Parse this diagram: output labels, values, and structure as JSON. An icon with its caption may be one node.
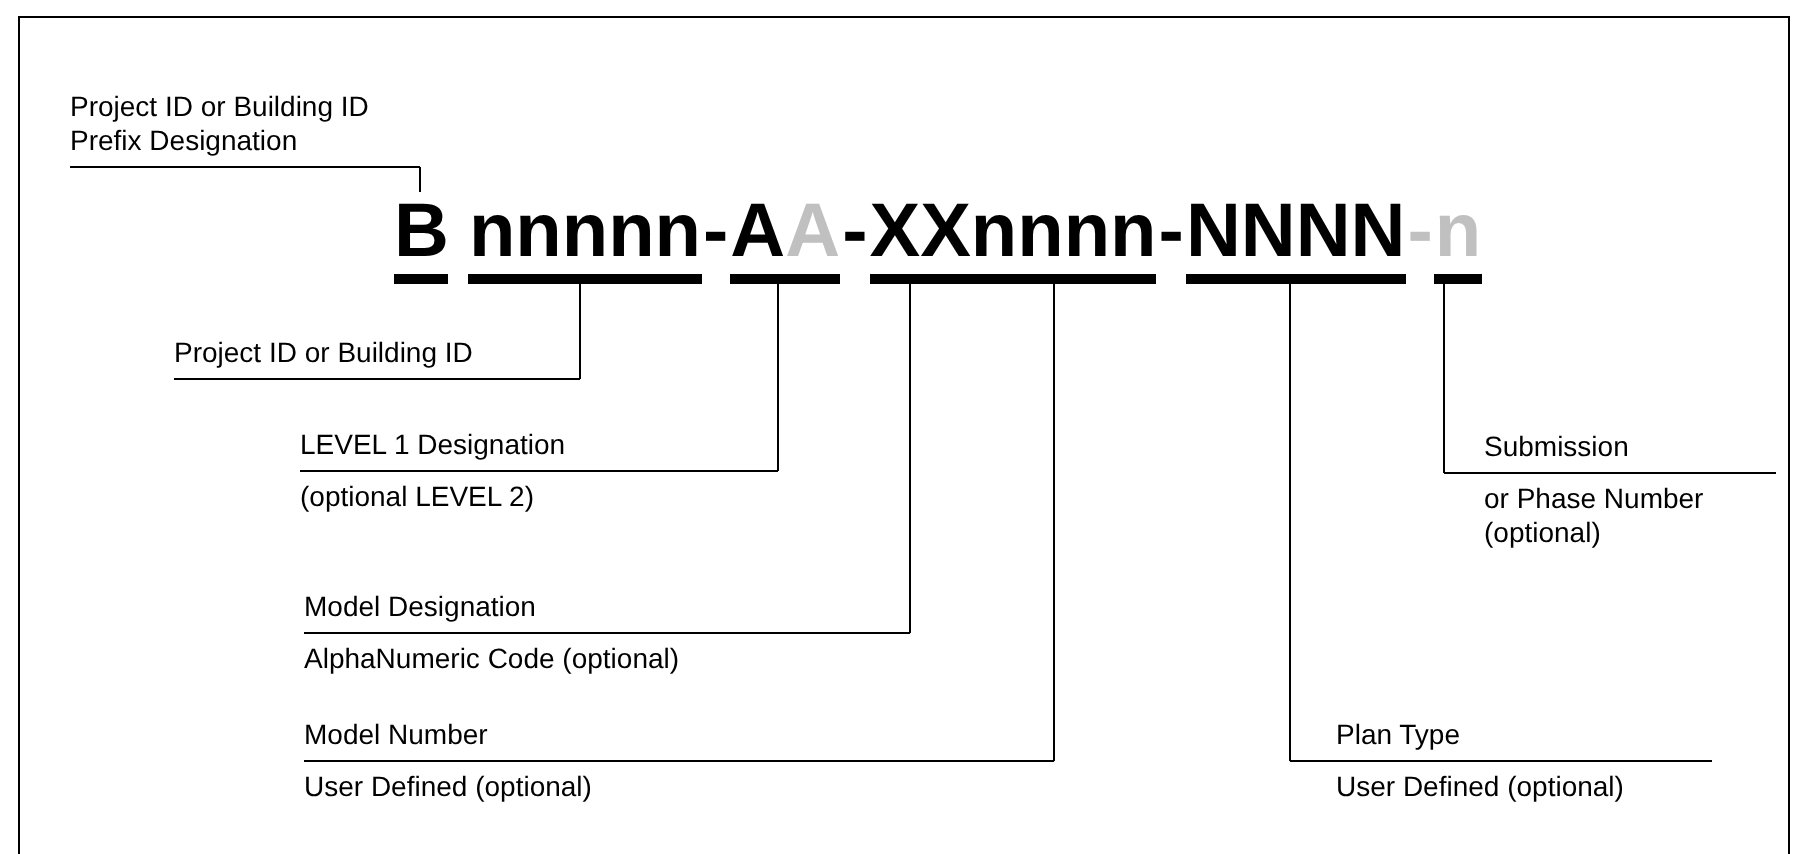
{
  "diagram": {
    "nodes": [
      {
        "text": [
          "Project ID or Building ID Prefix Designation"
        ]
      },
      {
        "text": [
          "B"
        ]
      },
      {
        "text": [
          "nnnnn"
        ]
      },
      {
        "text": [
          "A",
          "A"
        ]
      },
      {
        "text": [
          "XXnnnn"
        ]
      },
      {
        "text": [
          "NNNN"
        ]
      },
      {
        "text": [
          "n"
        ]
      },
      {
        "text": [
          "Project ID or Building ID"
        ]
      },
      {
        "text": [
          "LEVEL 1  Designation",
          "(optional LEVEL 2)"
        ]
      },
      {
        "text": [
          "Model Designation",
          "AlphaNumeric Code (optional)"
        ]
      },
      {
        "text": [
          "Model Number",
          "User Defined (optional)"
        ]
      },
      {
        "text": [
          "Submission",
          "or Phase Number (optional)"
        ]
      },
      {
        "text": [
          "Plan Type",
          "User Defined (optional)"
        ]
      }
    ],
    "edges": [
      {
        "from": 0,
        "to": 1,
        "arrow": "none"
      },
      {
        "from": 7,
        "to": 2,
        "arrow": "none"
      },
      {
        "from": 8,
        "to": 3,
        "arrow": "none"
      },
      {
        "from": 9,
        "to": 4,
        "arrow": "none"
      },
      {
        "from": 10,
        "to": 4,
        "arrow": "none"
      },
      {
        "from": 11,
        "to": 6,
        "arrow": "none"
      },
      {
        "from": 12,
        "to": 5,
        "arrow": "none"
      }
    ],
    "labels": [
      "-",
      "-",
      "-",
      "-"
    ]
  }
}
